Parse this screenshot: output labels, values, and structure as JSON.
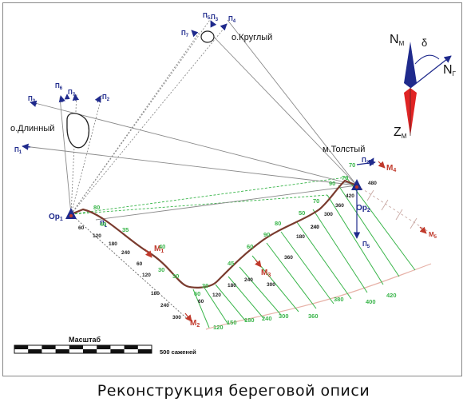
{
  "caption": "Реконструкция береговой описи",
  "landmarks": {
    "lake_round": "о.Круглый",
    "lake_long": "о.Длинный",
    "cape_thick": "м.Толстый"
  },
  "compass": {
    "north_magnetic": "N",
    "north_magnetic_sub": "M",
    "north_true": "N",
    "north_true_sub": "Г",
    "south": "Z",
    "south_sub": "M",
    "declination": "δ"
  },
  "stations": {
    "op1": "Op",
    "op1_sub": "1",
    "op2": "Op",
    "op2_sub": "2"
  },
  "bearing_labels": {
    "p1": "П",
    "p1_sub": "1",
    "p2": "П",
    "p2_sub": "2",
    "p3": "П",
    "p3_sub": "3",
    "p4": "П",
    "p4_sub": "4",
    "p5": "П",
    "p5_sub": "5",
    "p6": "П",
    "p6_sub": "6",
    "p7": "П",
    "p7_sub": "7"
  },
  "markers": {
    "m1": "M",
    "m1_sub": "1",
    "m2": "M",
    "m2_sub": "2",
    "m3": "M",
    "m3_sub": "3",
    "m4": "M",
    "m4_sub": "4",
    "m5": "M",
    "m5_sub": "5"
  },
  "green_numbers": [
    "80",
    "40",
    "35",
    "70",
    "30",
    "40",
    "30",
    "60",
    "30",
    "45",
    "60",
    "90",
    "80",
    "50",
    "70",
    "90",
    "70",
    "120",
    "150",
    "180",
    "240",
    "300",
    "360",
    "380",
    "400",
    "420"
  ],
  "black_numbers": [
    "60",
    "120",
    "180",
    "240",
    "60",
    "120",
    "180",
    "240",
    "300",
    "60",
    "120",
    "180",
    "240",
    "300",
    "360",
    "420",
    "480",
    "180",
    "240",
    "300",
    "360",
    "240"
  ],
  "scale": {
    "title": "Масштаб",
    "label": "500 саженей"
  },
  "colors": {
    "coast": "#7a3b2e",
    "survey_green": "#39b54a",
    "station_blue": "#1f2a8c",
    "marker_red": "#c0392b",
    "bearing_gray": "#8a8a8a",
    "terrain_pink": "#e7b2a8"
  }
}
